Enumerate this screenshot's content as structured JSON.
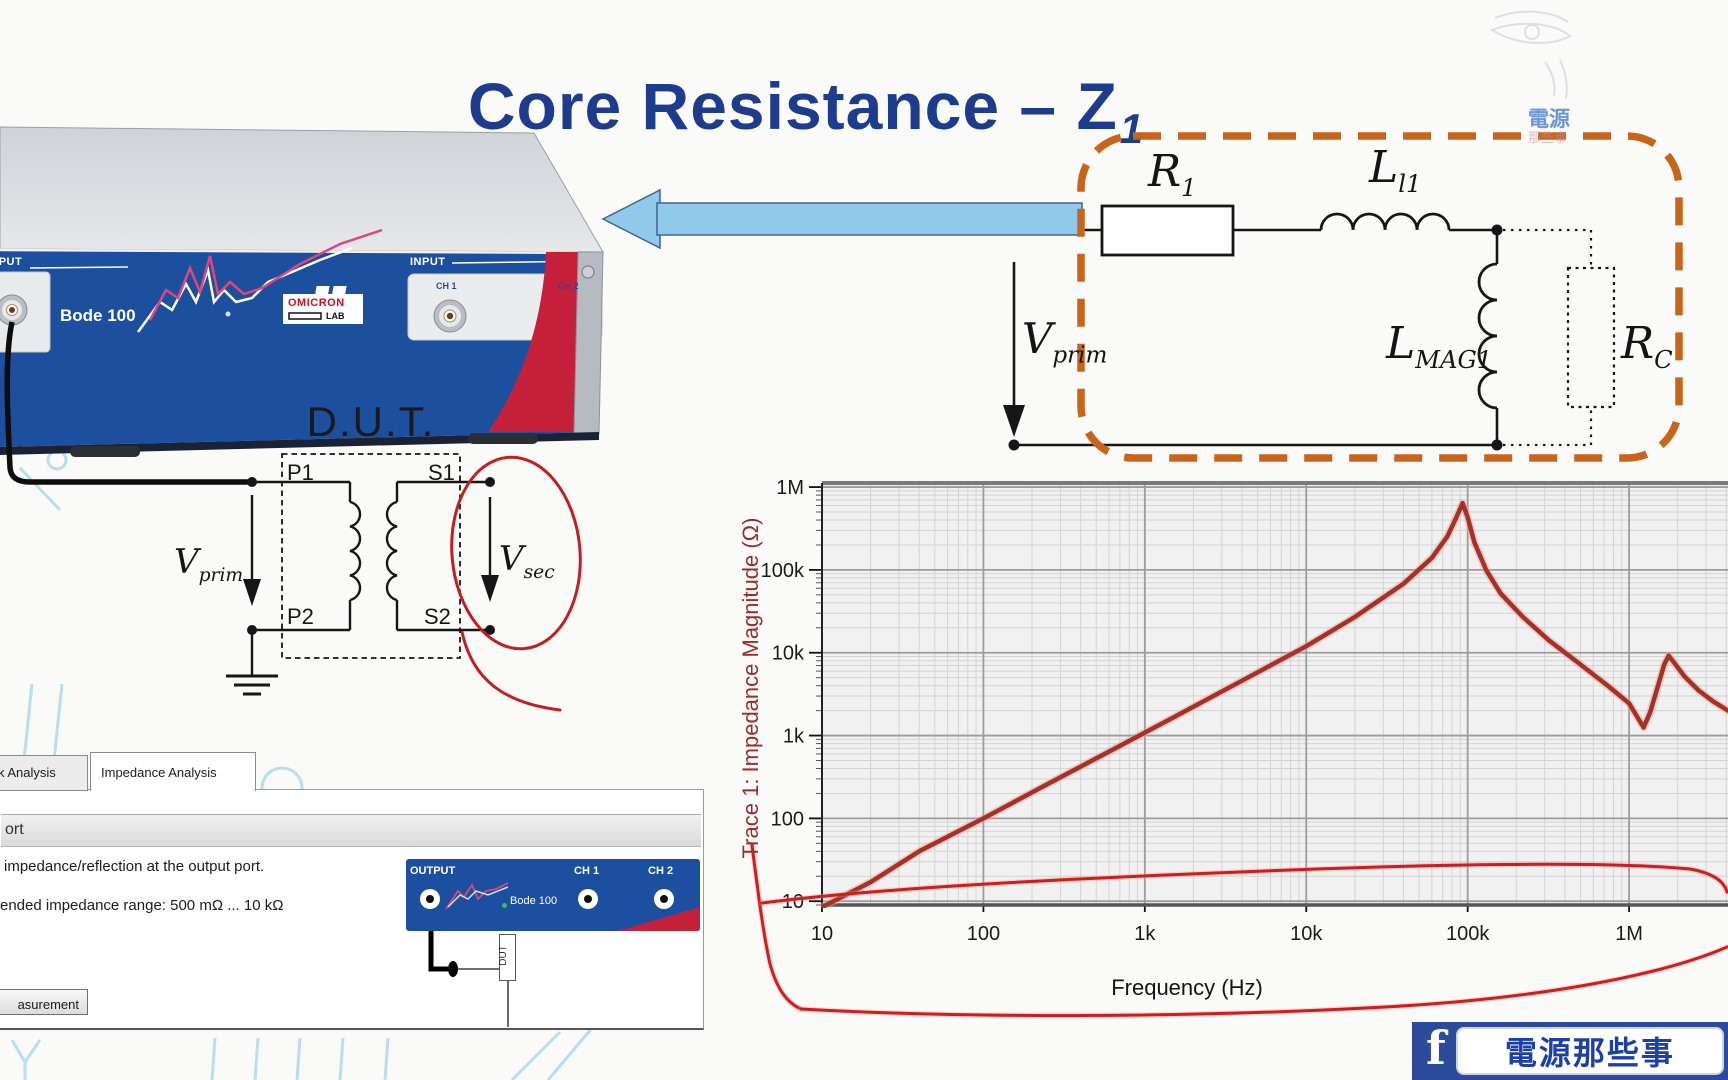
{
  "title": {
    "main": "Core Resistance – Z",
    "sub": "1"
  },
  "watermark": {
    "line1": "電源",
    "line2": "那些事"
  },
  "device": {
    "output": "OUTPUT",
    "model": "Bode 100",
    "brand": "OMICRON",
    "brand2": "LAB",
    "input": "INPUT",
    "ch1": "CH 1",
    "ch2": "CH 2"
  },
  "circuit": {
    "r1": {
      "base": "R",
      "sub": "1"
    },
    "ll1": {
      "base": "L",
      "sub": "l1"
    },
    "lmag1": {
      "base": "L",
      "sub": "MAG1"
    },
    "rc": {
      "base": "R",
      "sub": "C"
    },
    "vprim": {
      "base": "V",
      "sub": "prim"
    },
    "outline_color": "#c8651b"
  },
  "dut": {
    "title": "D.U.T.",
    "p1": "P1",
    "p2": "P2",
    "s1": "S1",
    "s2": "S2",
    "vprim": {
      "base": "V",
      "sub": "prim"
    },
    "vsec": {
      "base": "V",
      "sub": "sec"
    }
  },
  "panel": {
    "tab_inactive": "work Analysis",
    "tab_active": "Impedance Analysis",
    "header": "ort",
    "line1": "impedance/reflection at the output port.",
    "line2": "ended impedance range: 500 mΩ ... 10 kΩ",
    "button": "asurement",
    "mini": {
      "output": "OUTPUT",
      "ch1": "CH 1",
      "ch2": "CH 2",
      "model": "Bode 100",
      "dut": "DUT"
    }
  },
  "chart_data": {
    "type": "line",
    "title": "",
    "xlabel": "Frequency (Hz)",
    "ylabel": "Trace 1: Impedance Magnitude (Ω)",
    "x_scale": "log",
    "y_scale": "log",
    "xlim": [
      10,
      4100000
    ],
    "ylim": [
      9,
      1120000
    ],
    "grid": true,
    "legend": "none",
    "x_ticks": [
      {
        "value": 10,
        "label": "10"
      },
      {
        "value": 100,
        "label": "100"
      },
      {
        "value": 1000,
        "label": "1k"
      },
      {
        "value": 10000,
        "label": "10k"
      },
      {
        "value": 100000,
        "label": "100k"
      },
      {
        "value": 1000000,
        "label": "1M"
      }
    ],
    "y_ticks": [
      {
        "value": 10,
        "label": "10"
      },
      {
        "value": 100,
        "label": "100"
      },
      {
        "value": 1000,
        "label": "1k"
      },
      {
        "value": 10000,
        "label": "10k"
      },
      {
        "value": 100000,
        "label": "100k"
      },
      {
        "value": 1000000,
        "label": "1M"
      }
    ],
    "series": [
      {
        "name": "Trace 1",
        "color": "#a63126",
        "width": 4.5,
        "points": [
          [
            10,
            8.5
          ],
          [
            20,
            17
          ],
          [
            40,
            40
          ],
          [
            100,
            100
          ],
          [
            250,
            260
          ],
          [
            600,
            640
          ],
          [
            1500,
            1650
          ],
          [
            4000,
            4600
          ],
          [
            10000,
            12000
          ],
          [
            20000,
            27000
          ],
          [
            40000,
            68000
          ],
          [
            60000,
            140000
          ],
          [
            75000,
            255000
          ],
          [
            85000,
            430000
          ],
          [
            93000,
            640000
          ],
          [
            100000,
            430000
          ],
          [
            110000,
            215000
          ],
          [
            130000,
            100000
          ],
          [
            160000,
            52000
          ],
          [
            220000,
            27000
          ],
          [
            320000,
            14000
          ],
          [
            500000,
            7200
          ],
          [
            750000,
            3900
          ],
          [
            1000000,
            2450
          ],
          [
            1120000,
            1700
          ],
          [
            1230000,
            1250
          ],
          [
            1350000,
            1900
          ],
          [
            1500000,
            3800
          ],
          [
            1650000,
            7200
          ],
          [
            1760000,
            9200
          ],
          [
            1900000,
            7600
          ],
          [
            2200000,
            5200
          ],
          [
            2700000,
            3500
          ],
          [
            3300000,
            2600
          ],
          [
            4100000,
            2000
          ]
        ]
      }
    ],
    "annotation": {
      "type": "hand_drawn_oval",
      "color": "#cf1d1d",
      "width": 3,
      "note": "encircles low-impedance band ≈8–30 Ω across full span"
    }
  },
  "hand_annotations": {
    "color": "#c21f1f",
    "items": [
      "circle around transformer secondary (S1–S2, Vsec)",
      "oval around low-impedance region of impedance plot"
    ]
  },
  "footer_badge": {
    "icon": "facebook-f-icon",
    "text": "電源那些事"
  }
}
